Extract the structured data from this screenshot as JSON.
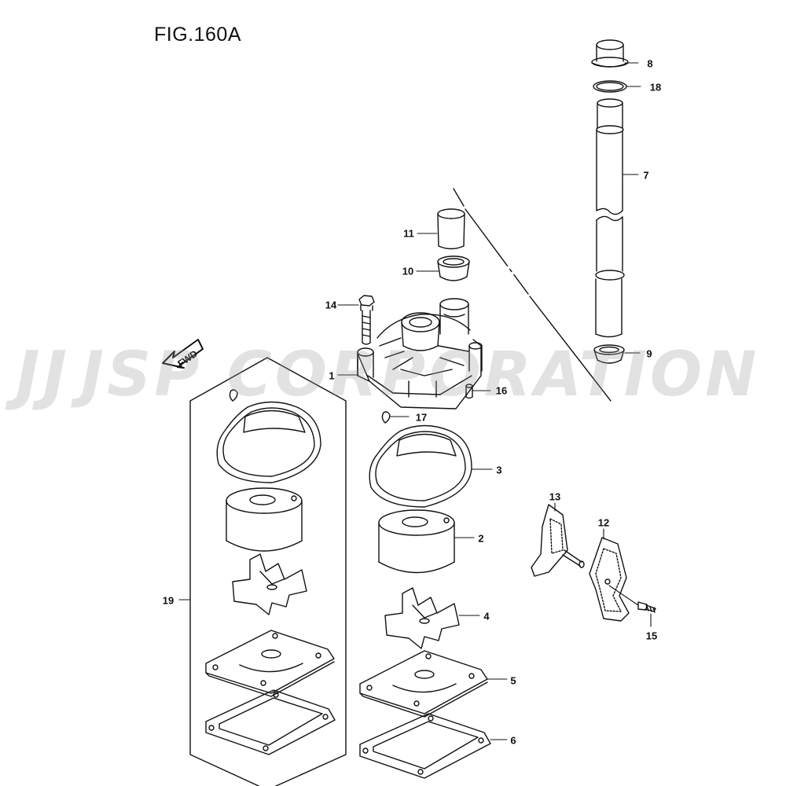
{
  "figure": {
    "title": "FIG.160A",
    "watermark_logo": "JJ",
    "watermark": "JSP CORPORATION",
    "fwd_label": "FWD"
  },
  "callouts": [
    {
      "id": "1",
      "label": "1"
    },
    {
      "id": "2",
      "label": "2"
    },
    {
      "id": "3",
      "label": "3"
    },
    {
      "id": "4",
      "label": "4"
    },
    {
      "id": "5",
      "label": "5"
    },
    {
      "id": "6",
      "label": "6"
    },
    {
      "id": "7",
      "label": "7"
    },
    {
      "id": "8",
      "label": "8"
    },
    {
      "id": "9",
      "label": "9"
    },
    {
      "id": "10",
      "label": "10"
    },
    {
      "id": "11",
      "label": "11"
    },
    {
      "id": "12",
      "label": "12"
    },
    {
      "id": "13",
      "label": "13"
    },
    {
      "id": "14",
      "label": "14"
    },
    {
      "id": "15",
      "label": "15"
    },
    {
      "id": "16",
      "label": "16"
    },
    {
      "id": "17",
      "label": "17"
    },
    {
      "id": "18",
      "label": "18"
    },
    {
      "id": "19",
      "label": "19"
    }
  ],
  "colors": {
    "line": "#111111",
    "watermark": "#969696",
    "background": "#ffffff"
  }
}
